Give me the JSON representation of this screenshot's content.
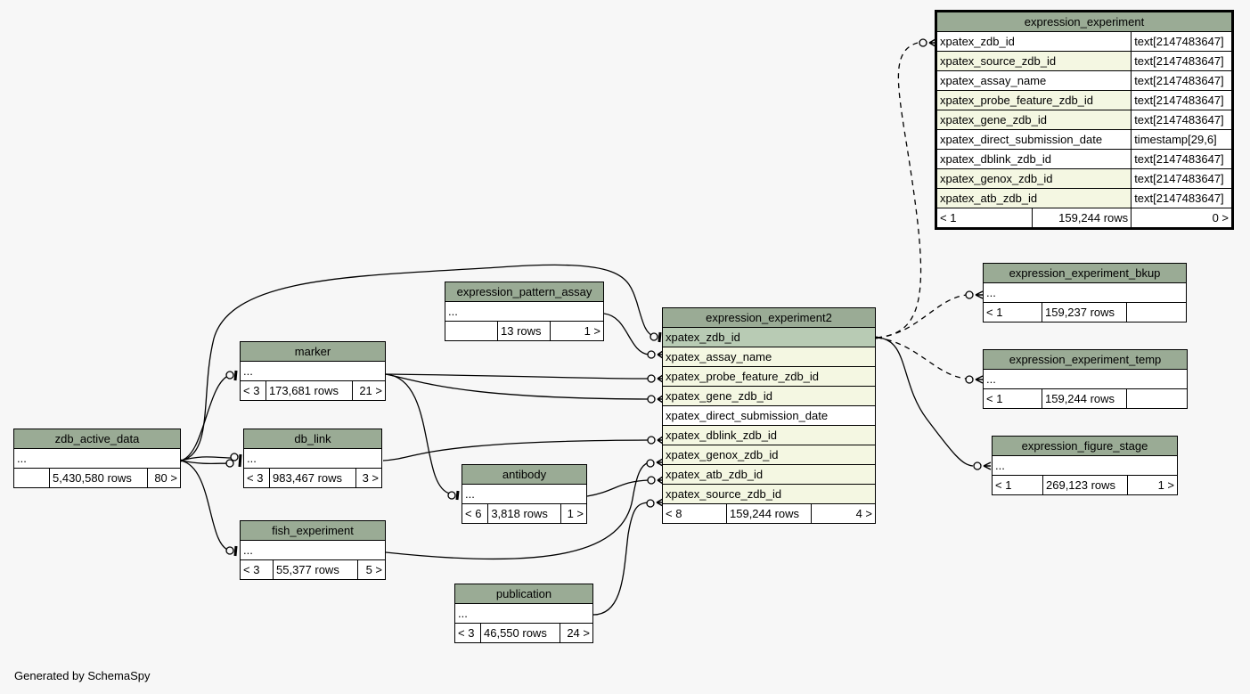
{
  "footer": "Generated by SchemaSpy",
  "tables": {
    "expression_experiment": {
      "name": "expression_experiment",
      "columns": [
        {
          "name": "xpatex_zdb_id",
          "type": "text[2147483647]",
          "style": "plain"
        },
        {
          "name": "xpatex_source_zdb_id",
          "type": "text[2147483647]",
          "style": "fk"
        },
        {
          "name": "xpatex_assay_name",
          "type": "text[2147483647]",
          "style": "plain"
        },
        {
          "name": "xpatex_probe_feature_zdb_id",
          "type": "text[2147483647]",
          "style": "fk"
        },
        {
          "name": "xpatex_gene_zdb_id",
          "type": "text[2147483647]",
          "style": "fk"
        },
        {
          "name": "xpatex_direct_submission_date",
          "type": "timestamp[29,6]",
          "style": "plain"
        },
        {
          "name": "xpatex_dblink_zdb_id",
          "type": "text[2147483647]",
          "style": "plain"
        },
        {
          "name": "xpatex_genox_zdb_id",
          "type": "text[2147483647]",
          "style": "fk"
        },
        {
          "name": "xpatex_atb_zdb_id",
          "type": "text[2147483647]",
          "style": "fk"
        }
      ],
      "parents": "< 1",
      "rows": "159,244 rows",
      "children": "0 >"
    },
    "expression_experiment2": {
      "name": "expression_experiment2",
      "columns": [
        {
          "name": "xpatex_zdb_id",
          "style": "pk"
        },
        {
          "name": "xpatex_assay_name",
          "style": "fk"
        },
        {
          "name": "xpatex_probe_feature_zdb_id",
          "style": "fk"
        },
        {
          "name": "xpatex_gene_zdb_id",
          "style": "fk"
        },
        {
          "name": "xpatex_direct_submission_date",
          "style": "plain"
        },
        {
          "name": "xpatex_dblink_zdb_id",
          "style": "fk"
        },
        {
          "name": "xpatex_genox_zdb_id",
          "style": "fk"
        },
        {
          "name": "xpatex_atb_zdb_id",
          "style": "fk"
        },
        {
          "name": "xpatex_source_zdb_id",
          "style": "fk"
        }
      ],
      "parents": "< 8",
      "rows": "159,244 rows",
      "children": "4 >"
    },
    "expression_experiment_bkup": {
      "name": "expression_experiment_bkup",
      "body": "...",
      "parents": "< 1",
      "rows": "159,237 rows",
      "children": ""
    },
    "expression_experiment_temp": {
      "name": "expression_experiment_temp",
      "body": "...",
      "parents": "< 1",
      "rows": "159,244 rows",
      "children": ""
    },
    "expression_figure_stage": {
      "name": "expression_figure_stage",
      "body": "...",
      "parents": "< 1",
      "rows": "269,123 rows",
      "children": "1 >"
    },
    "expression_pattern_assay": {
      "name": "expression_pattern_assay",
      "body": "...",
      "parents": "",
      "rows": "13 rows",
      "children": "1 >"
    },
    "marker": {
      "name": "marker",
      "body": "...",
      "parents": "< 3",
      "rows": "173,681 rows",
      "children": "21 >"
    },
    "db_link": {
      "name": "db_link",
      "body": "...",
      "parents": "< 3",
      "rows": "983,467 rows",
      "children": "3 >"
    },
    "fish_experiment": {
      "name": "fish_experiment",
      "body": "...",
      "parents": "< 3",
      "rows": "55,377 rows",
      "children": "5 >"
    },
    "zdb_active_data": {
      "name": "zdb_active_data",
      "body": "...",
      "parents": "",
      "rows": "5,430,580 rows",
      "children": "80 >"
    },
    "antibody": {
      "name": "antibody",
      "body": "...",
      "parents": "< 6",
      "rows": "3,818 rows",
      "children": "1 >"
    },
    "publication": {
      "name": "publication",
      "body": "...",
      "parents": "< 3",
      "rows": "46,550 rows",
      "children": "24 >"
    }
  }
}
